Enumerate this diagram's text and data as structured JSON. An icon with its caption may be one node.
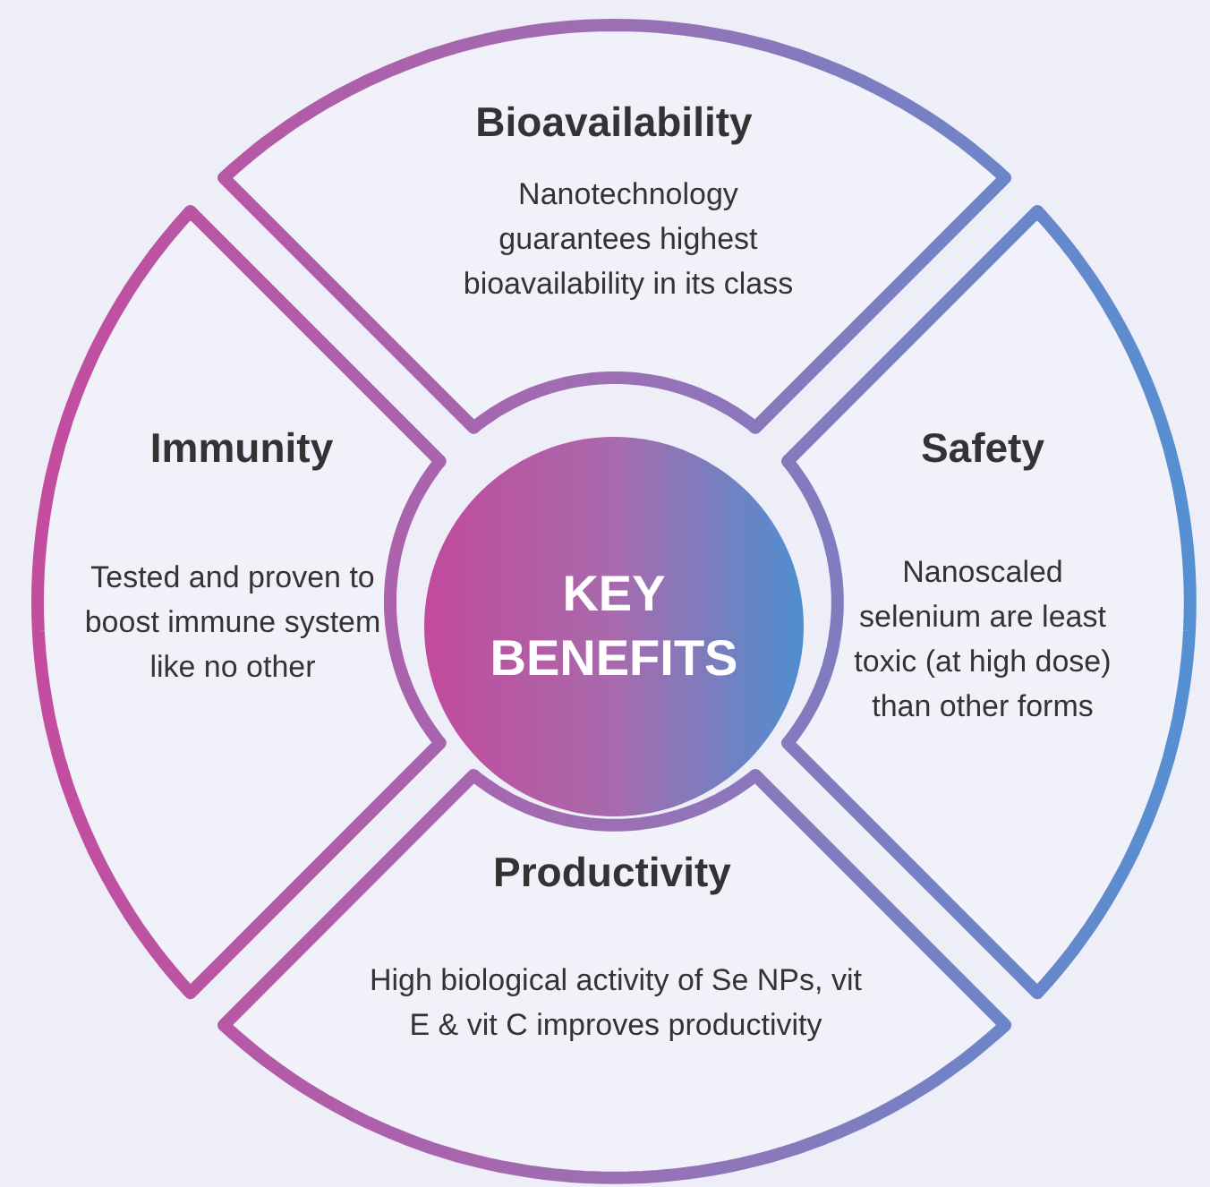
{
  "diagram": {
    "nodes": [
      {
        "text": [
          "Bioavailability",
          "Nanotechnology guarantees highest bioavailability in its class"
        ]
      },
      {
        "text": [
          "Immunity",
          "Tested and proven to boost immune system like no other"
        ]
      },
      {
        "text": [
          "Safety",
          "Nanoscaled selenium are least toxic (at high dose) than other forms"
        ]
      },
      {
        "text": [
          "KEY BENEFITS"
        ]
      },
      {
        "text": [
          "Productivity",
          "High biological activity of Se NPs, vit E & vit C improves productivity"
        ]
      }
    ]
  }
}
